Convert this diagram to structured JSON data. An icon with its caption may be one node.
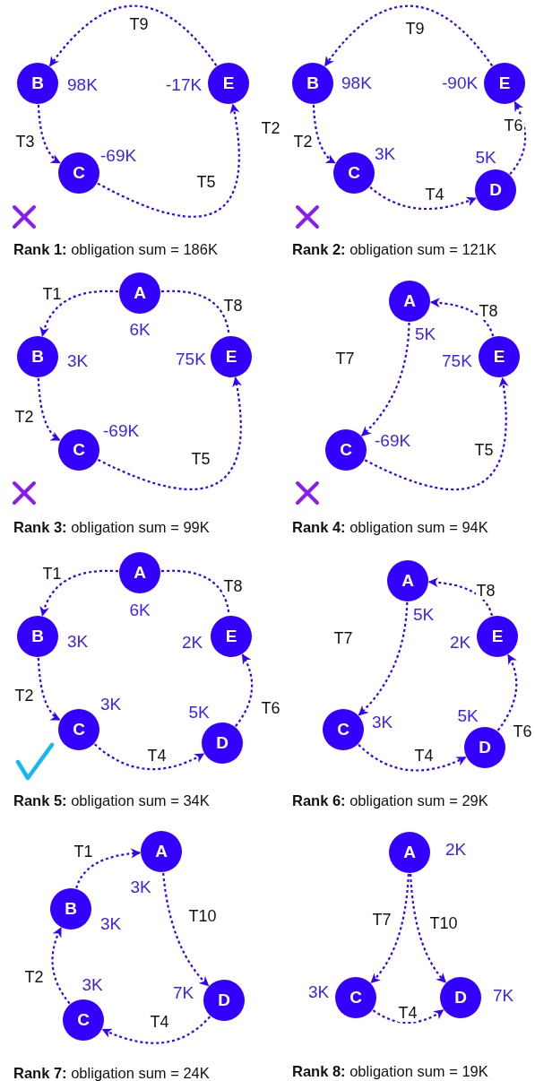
{
  "diagram": {
    "nodes": [
      {
        "text": [
          "B"
        ],
        "beside": [
          "98K"
        ]
      },
      {
        "text": [
          "E"
        ],
        "beside": [
          "-17K"
        ]
      },
      {
        "text": [
          "C"
        ],
        "beside": [
          "-69K"
        ]
      },
      {
        "text": [
          "B"
        ],
        "beside": [
          "98K"
        ]
      },
      {
        "text": [
          "E"
        ],
        "beside": [
          "-90K"
        ]
      },
      {
        "text": [
          "C"
        ],
        "beside": [
          "3K"
        ]
      },
      {
        "text": [
          "D"
        ],
        "beside": [
          "5K"
        ]
      },
      {
        "text": [
          "A"
        ],
        "beside": [
          "6K"
        ]
      },
      {
        "text": [
          "B"
        ],
        "beside": [
          "3K"
        ]
      },
      {
        "text": [
          "E"
        ],
        "beside": [
          "75K"
        ]
      },
      {
        "text": [
          "C"
        ],
        "beside": [
          "-69K"
        ]
      },
      {
        "text": [
          "A"
        ],
        "beside": [
          "5K"
        ]
      },
      {
        "text": [
          "E"
        ],
        "beside": [
          "75K"
        ]
      },
      {
        "text": [
          "C"
        ],
        "beside": [
          "-69K"
        ]
      },
      {
        "text": [
          "A"
        ],
        "beside": [
          "6K"
        ]
      },
      {
        "text": [
          "B"
        ],
        "beside": [
          "3K"
        ]
      },
      {
        "text": [
          "E"
        ],
        "beside": [
          "2K"
        ]
      },
      {
        "text": [
          "C"
        ],
        "beside": [
          "3K"
        ]
      },
      {
        "text": [
          "D"
        ],
        "beside": [
          "5K"
        ]
      },
      {
        "text": [
          "A"
        ],
        "beside": [
          "5K"
        ]
      },
      {
        "text": [
          "E"
        ],
        "beside": [
          "2K"
        ]
      },
      {
        "text": [
          "C"
        ],
        "beside": [
          "3K"
        ]
      },
      {
        "text": [
          "D"
        ],
        "beside": [
          "5K"
        ]
      },
      {
        "text": [
          "A"
        ],
        "beside": [
          "3K"
        ]
      },
      {
        "text": [
          "B"
        ],
        "beside": [
          "3K"
        ]
      },
      {
        "text": [
          "D"
        ],
        "beside": [
          "7K"
        ]
      },
      {
        "text": [
          "C"
        ],
        "beside": [
          "3K"
        ]
      },
      {
        "text": [
          "A"
        ],
        "beside": [
          "2K"
        ]
      },
      {
        "text": [
          "C"
        ],
        "beside": [
          "3K"
        ]
      },
      {
        "text": [
          "D"
        ],
        "beside": [
          "7K"
        ]
      }
    ],
    "edges": [
      {
        "from": 1,
        "to": 0,
        "arrow": "to",
        "label": "T9"
      },
      {
        "from": 0,
        "to": 2,
        "arrow": "to",
        "label": "T3"
      },
      {
        "from": 2,
        "to": 1,
        "arrow": "to",
        "label": "T5"
      },
      {
        "from": 4,
        "to": 3,
        "arrow": "to",
        "label": "T9"
      },
      {
        "from": 3,
        "to": 5,
        "arrow": "to",
        "label": "T2"
      },
      {
        "from": 5,
        "to": 6,
        "arrow": "to",
        "label": "T4"
      },
      {
        "from": 6,
        "to": 4,
        "arrow": "to",
        "label": "T6"
      },
      {
        "from": 7,
        "to": 8,
        "arrow": "to",
        "label": "T1"
      },
      {
        "from": 7,
        "to": 9,
        "arrow": "none",
        "label": "T8"
      },
      {
        "from": 8,
        "to": 10,
        "arrow": "to",
        "label": "T2"
      },
      {
        "from": 10,
        "to": 9,
        "arrow": "to",
        "label": "T5"
      },
      {
        "from": 12,
        "to": 11,
        "arrow": "to",
        "label": "T8"
      },
      {
        "from": 11,
        "to": 13,
        "arrow": "to",
        "label": "T7"
      },
      {
        "from": 13,
        "to": 12,
        "arrow": "to",
        "label": "T5"
      },
      {
        "from": 14,
        "to": 15,
        "arrow": "to",
        "label": "T1"
      },
      {
        "from": 14,
        "to": 16,
        "arrow": "none",
        "label": "T8"
      },
      {
        "from": 15,
        "to": 17,
        "arrow": "to",
        "label": "T2"
      },
      {
        "from": 17,
        "to": 18,
        "arrow": "to",
        "label": "T4"
      },
      {
        "from": 18,
        "to": 16,
        "arrow": "to",
        "label": "T6"
      },
      {
        "from": 20,
        "to": 19,
        "arrow": "to",
        "label": "T8"
      },
      {
        "from": 19,
        "to": 21,
        "arrow": "to",
        "label": "T7"
      },
      {
        "from": 21,
        "to": 22,
        "arrow": "to",
        "label": "T4"
      },
      {
        "from": 22,
        "to": 20,
        "arrow": "to",
        "label": "T6"
      },
      {
        "from": 24,
        "to": 23,
        "arrow": "to",
        "label": "T1"
      },
      {
        "from": 23,
        "to": 25,
        "arrow": "to",
        "label": "T10"
      },
      {
        "from": 25,
        "to": 26,
        "arrow": "to",
        "label": "T4"
      },
      {
        "from": 26,
        "to": 24,
        "arrow": "to",
        "label": "T2"
      },
      {
        "from": 27,
        "to": 28,
        "arrow": "to",
        "label": "T7"
      },
      {
        "from": 27,
        "to": 29,
        "arrow": "to",
        "label": "T10"
      },
      {
        "from": 28,
        "to": 29,
        "arrow": "to",
        "label": "T4"
      }
    ],
    "labels": [
      "T2",
      "**Rank 1:** obligation sum = 186K",
      "**Rank 2:** obligation sum = 121K",
      "**Rank 3:** obligation sum = 99K",
      "**Rank 4:** obligation sum = 94K",
      "**Rank 5:** obligation sum = 34K",
      "**Rank 6:** obligation sum = 29K",
      "**Rank 7:** obligation sum = 24K",
      "**Rank 8:** obligation sum = 19K"
    ]
  }
}
